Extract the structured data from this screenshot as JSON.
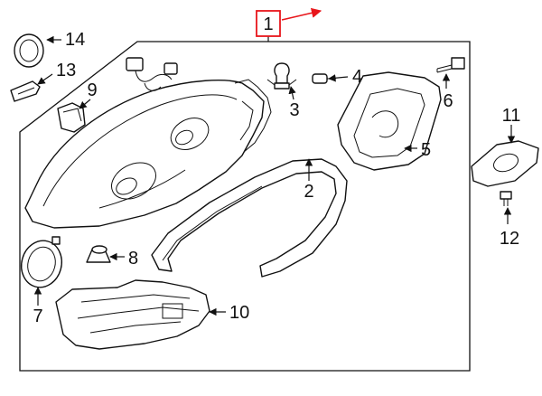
{
  "diagram": {
    "accent_color": "#e8161b",
    "callouts": [
      {
        "id": "1",
        "text": "1"
      },
      {
        "id": "2",
        "text": "2"
      },
      {
        "id": "3",
        "text": "3"
      },
      {
        "id": "4",
        "text": "4"
      },
      {
        "id": "5",
        "text": "5"
      },
      {
        "id": "6",
        "text": "6"
      },
      {
        "id": "7",
        "text": "7"
      },
      {
        "id": "8",
        "text": "8"
      },
      {
        "id": "9",
        "text": "9"
      },
      {
        "id": "10",
        "text": "10"
      },
      {
        "id": "11",
        "text": "11"
      },
      {
        "id": "12",
        "text": "12"
      },
      {
        "id": "13",
        "text": "13"
      },
      {
        "id": "14",
        "text": "14"
      }
    ]
  }
}
